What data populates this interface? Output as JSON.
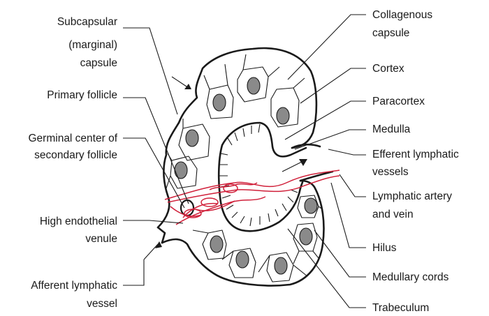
{
  "labels": {
    "subcapsular_capsule": [
      "Subcapsular",
      "(marginal)",
      "capsule"
    ],
    "primary_follicle": [
      "Primary follicle"
    ],
    "germinal_center": [
      "Germinal center of",
      "secondary follicle"
    ],
    "high_endothelial_venule": [
      "High endothelial",
      "venule"
    ],
    "afferent_lymphatic_vessel": [
      "Afferent lymphatic",
      "vessel"
    ],
    "collagenous_capsule": [
      "Collagenous",
      "capsule"
    ],
    "cortex": [
      "Cortex"
    ],
    "paracortex": [
      "Paracortex"
    ],
    "medulla": [
      "Medulla"
    ],
    "efferent_lymphatic_vessels": [
      "Efferent lymphatic",
      "vessels"
    ],
    "lymphatic_artery_vein": [
      "Lymphatic artery",
      "and vein"
    ],
    "hilus": [
      "Hilus"
    ],
    "medullary_cords": [
      "Medullary cords"
    ],
    "trabeculum": [
      "Trabeculum"
    ]
  },
  "colors": {
    "outline": "#1a1a1a",
    "nucleus_fill": "#8a8a8a",
    "vessel": "#d0203a"
  }
}
